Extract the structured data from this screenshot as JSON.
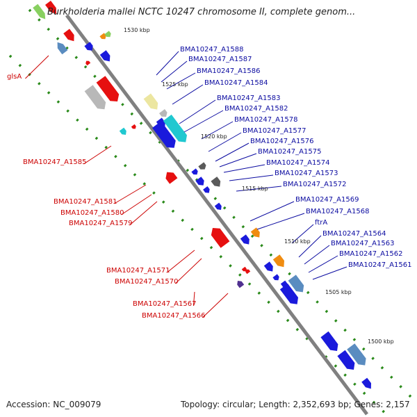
{
  "title": "Burkholderia mallei NCTC 10247 chromosome II, complete genom...",
  "footer": {
    "accession": "Accession: NC_009079",
    "stats": "Topology: circular; Length: 2,352,693 bp; Genes: 2,157"
  },
  "colors": {
    "backbone": "#808080",
    "forward_track": "#2a8a1a",
    "reverse_track": "#2a8a1a",
    "label_forward": "#0a0aa0",
    "label_reverse": "#cc0000",
    "gene_blue": "#1a1adc",
    "gene_red": "#e61010",
    "gene_gray": "#b8b8b8",
    "gene_darkgray": "#5a5a5a",
    "gene_yellow": "#ece6a0",
    "gene_cyan": "#20c8d0",
    "gene_orange": "#f08c10",
    "gene_steel": "#5a8cc0",
    "gene_green": "#88d060",
    "gene_purple": "#503090"
  },
  "ticks": [
    "1530 kbp",
    "1525 kbp",
    "1520 kbp",
    "1515 kbp",
    "1510 kbp",
    "1505 kbp",
    "1500 kbp"
  ],
  "labels_forward": [
    "BMA10247_A1588",
    "BMA10247_A1587",
    "BMA10247_A1586",
    "BMA10247_A1584",
    "BMA10247_A1583",
    "BMA10247_A1582",
    "BMA10247_A1578",
    "BMA10247_A1577",
    "BMA10247_A1576",
    "BMA10247_A1575",
    "BMA10247_A1574",
    "BMA10247_A1573",
    "BMA10247_A1572",
    "BMA10247_A1569",
    "BMA10247_A1568",
    "ftrA",
    "BMA10247_A1564",
    "BMA10247_A1563",
    "BMA10247_A1562",
    "BMA10247_A1561"
  ],
  "labels_reverse": [
    "glsA",
    "BMA10247_A1585",
    "BMA10247_A1581",
    "BMA10247_A1580",
    "BMA10247_A1579",
    "BMA10247_A1571",
    "BMA10247_A1570",
    "BMA10247_A1567",
    "BMA10247_A1566"
  ]
}
